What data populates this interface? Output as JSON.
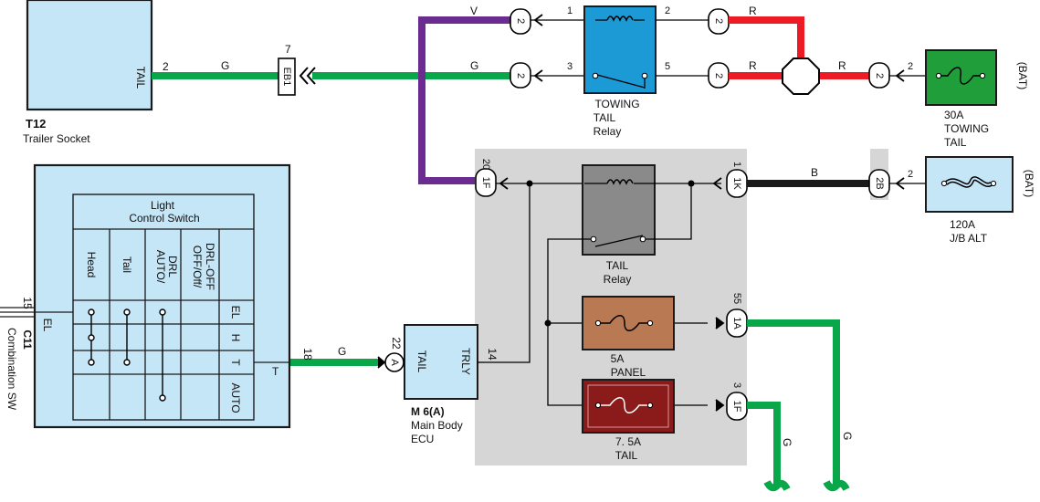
{
  "colors": {
    "green": "#0aa64a",
    "red": "#ed1c24",
    "violet": "#6a2c91",
    "black": "#1a1a1a",
    "component_fill": "#c5e6f7",
    "relay_blue": "#1b9ad6",
    "fuse_green": "#1f9e3a",
    "jb_grey": "#d6d6d6",
    "relay_grey": "#8a8a8a",
    "panel_fuse": "#b97a53",
    "tail_fuse": "#8b1a1a"
  },
  "components": {
    "trailer_socket": {
      "code": "T12",
      "name": "Trailer Socket",
      "pin_label": "TAIL",
      "pin_number": "2"
    },
    "combination_sw": {
      "code": "C11",
      "name": "Combination SW",
      "pin_label": "EL",
      "pin_number": "15",
      "light_switch": {
        "title_line1": "Light",
        "title_line2": "Control Switch",
        "columns": [
          "Head",
          "Tail",
          "AUTO/",
          "DRL",
          "OFF/Off/",
          "DRL-OFF"
        ],
        "rows": [
          "EL",
          "H",
          "T",
          "AUTO"
        ],
        "output_label": "T"
      }
    },
    "main_body_ecu": {
      "code": "M 6(A)",
      "name_line1": "Main Body",
      "name_line2": "ECU",
      "pin_tail": "TAIL",
      "pin_trly": "TRLY",
      "pin22": "22",
      "pin14": "14",
      "connector": "A"
    },
    "towing_tail_relay": {
      "line1": "TOWING",
      "line2": "TAIL",
      "line3": "Relay",
      "pins": [
        "1",
        "2",
        "3",
        "5"
      ]
    },
    "tail_relay": {
      "line1": "TAIL",
      "line2": "Relay"
    },
    "fuse_towing": {
      "rating": "30A",
      "line1": "TOWING",
      "line2": "TAIL",
      "source": "(BAT)",
      "pin": "2",
      "conn": "2"
    },
    "fuse_alt": {
      "rating": "120A",
      "name": "J/B ALT",
      "source": "(BAT)",
      "pin": "2",
      "conn": "2B"
    },
    "fuse_panel": {
      "rating": "5A",
      "name": "PANEL"
    },
    "fuse_tail": {
      "rating": "7. 5A",
      "name": "TAIL"
    }
  },
  "connectors": {
    "eb1": {
      "label": "EB1",
      "pin": "7"
    },
    "c20": {
      "label": "1F",
      "pin": "20"
    },
    "c1k": {
      "label": "1K",
      "pin": "1"
    },
    "c55": {
      "label": "1A",
      "pin": "55"
    },
    "c3": {
      "label": "1F",
      "pin": "3"
    },
    "c_tr1": {
      "label": "2"
    },
    "c_tr3": {
      "label": "2"
    },
    "c_tr2": {
      "label": "2"
    },
    "c_tr5": {
      "label": "2"
    },
    "c_fuse": {
      "label": "2"
    }
  },
  "wire_colors": {
    "v": "V",
    "g": "G",
    "r": "R",
    "b": "B"
  },
  "wire_pins": {
    "t12": "2",
    "c11": "18"
  }
}
